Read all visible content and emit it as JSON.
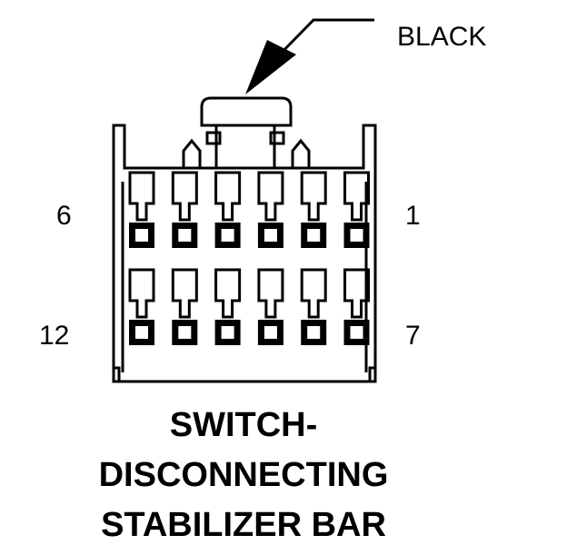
{
  "color_label": "BLACK",
  "pin_labels": {
    "top_left": "6",
    "top_right": "1",
    "bottom_left": "12",
    "bottom_right": "7"
  },
  "caption": {
    "line1": "SWITCH-",
    "line2": "DISCONNECTING",
    "line3": "STABILIZER BAR"
  },
  "connector": {
    "rows": 2,
    "pins_per_row": 6,
    "color": "#000000"
  }
}
